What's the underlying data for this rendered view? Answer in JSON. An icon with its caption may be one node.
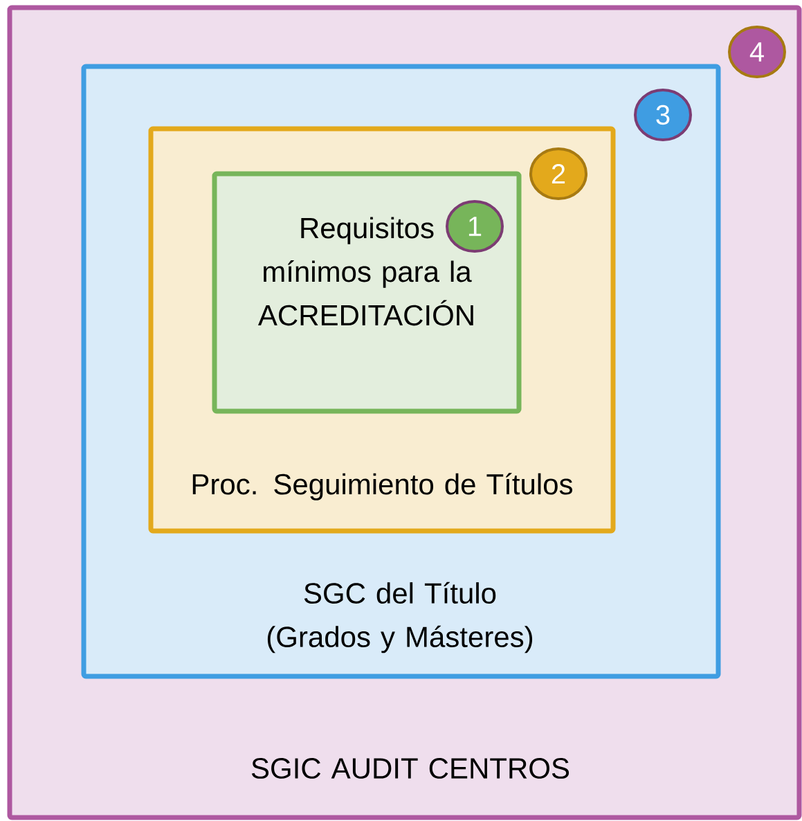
{
  "diagram": {
    "nodes": [
      {
        "text": [
          "SGIC AUDIT CENTROS"
        ]
      },
      {
        "text": [
          "4"
        ],
        "in": 0
      },
      {
        "text": [
          "SGC del Título (Grados y Másteres)"
        ],
        "in": 0
      },
      {
        "text": [
          "3"
        ],
        "in": 2
      },
      {
        "text": [
          "Proc. Seguimiento de Títulos"
        ],
        "in": 2
      },
      {
        "text": [
          "2"
        ],
        "in": 4
      },
      {
        "text": [
          "Requisitos mínimos para la ACREDITACIÓN"
        ],
        "in": 4
      },
      {
        "text": [
          "1"
        ],
        "in": 6
      }
    ]
  }
}
